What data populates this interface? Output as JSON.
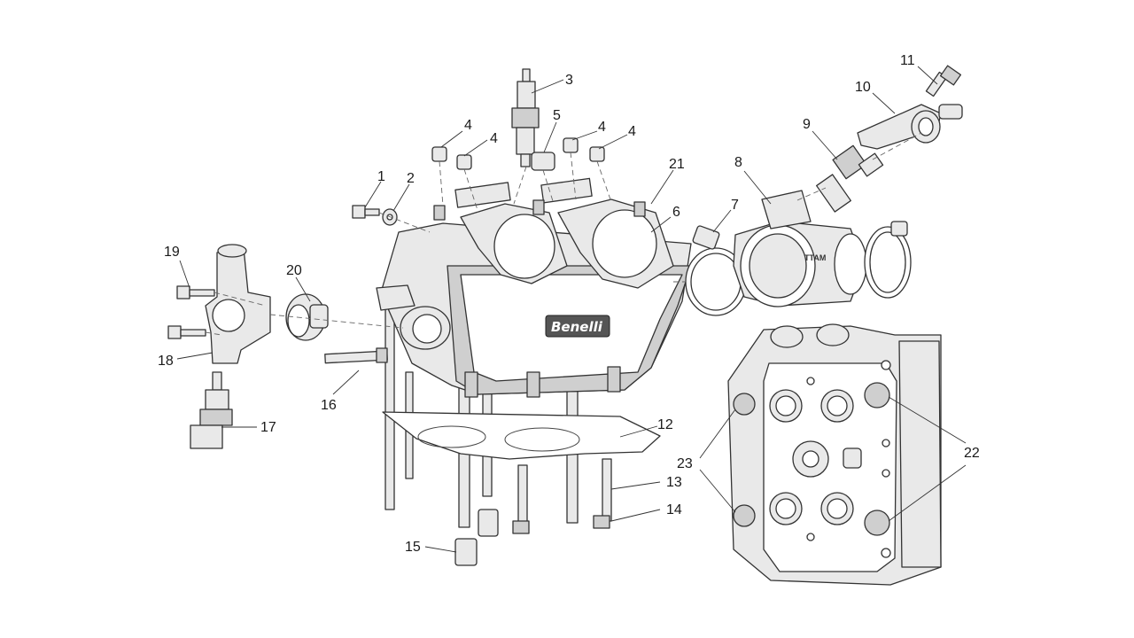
{
  "diagram": {
    "brand_label": "Benelli",
    "stamp_label": "TTAM",
    "colors": {
      "line": "#333333",
      "fill": "#e9e9e9",
      "shade": "#cfcfcf",
      "background": "#ffffff"
    }
  },
  "callouts": {
    "c1": "1",
    "c2": "2",
    "c3": "3",
    "c4a": "4",
    "c4b": "4",
    "c4c": "4",
    "c4d": "4",
    "c5": "5",
    "c6": "6",
    "c7": "7",
    "c8": "8",
    "c9": "9",
    "c10": "10",
    "c11": "11",
    "c12": "12",
    "c13": "13",
    "c14": "14",
    "c15": "15",
    "c16": "16",
    "c17": "17",
    "c18": "18",
    "c19": "19",
    "c20": "20",
    "c21": "21",
    "c22": "22",
    "c23": "23"
  }
}
